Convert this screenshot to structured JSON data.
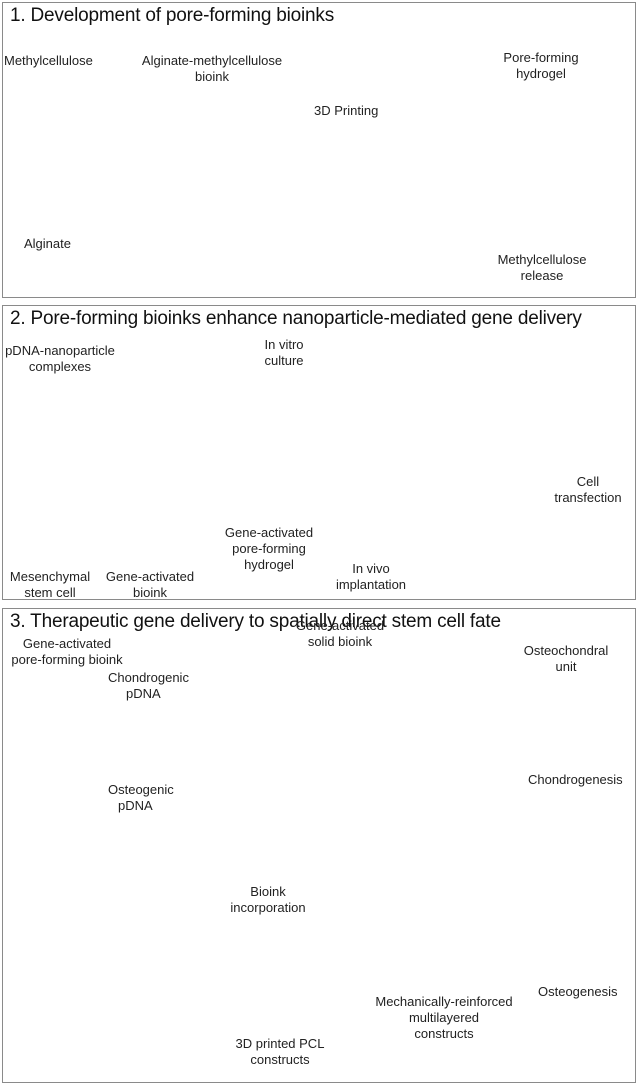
{
  "panel1": {
    "title": "1. Development of pore-forming bioinks",
    "labels": {
      "methylcellulose": "Methylcellulose",
      "alginate": "Alginate",
      "bioink_line1": "Alginate-methylcellulose",
      "bioink_line2": "bioink",
      "printing": "3D Printing",
      "hydrogel_line1": "Pore-forming",
      "hydrogel_line2": "hydrogel",
      "release_line1": "Methylcellulose",
      "release_line2": "release"
    }
  },
  "panel2": {
    "title": "2. Pore-forming bioinks enhance nanoparticle-mediated gene delivery",
    "labels": {
      "complexes_line1": "pDNA-nanoparticle",
      "complexes_line2": "complexes",
      "invitro_line1": "In vitro",
      "invitro_line2": "culture",
      "msc_line1": "Mesenchymal",
      "msc_line2": "stem cell",
      "gab_line1": "Gene-activated",
      "gab_line2": "bioink",
      "gah_line1": "Gene-activated",
      "gah_line2": "pore-forming",
      "gah_line3": "hydrogel",
      "invivo_line1": "In vivo",
      "invivo_line2": "implantation",
      "transfection_line1": "Cell",
      "transfection_line2": "transfection"
    }
  },
  "panel3": {
    "title": "3. Therapeutic gene delivery to spatially direct stem cell fate",
    "labels": {
      "gapb_line1": "Gene-activated",
      "gapb_line2": "pore-forming bioink",
      "gasb_line1": "Gene-activated",
      "gasb_line2": "solid bioink",
      "osteochondral_line1": "Osteochondral",
      "osteochondral_line2": "unit",
      "chondro_pdna_line1": "Chondrogenic",
      "chondro_pdna_line2": "pDNA",
      "osteo_pdna_line1": "Osteogenic",
      "osteo_pdna_line2": "pDNA",
      "chondrogenesis": "Chondrogenesis",
      "incorporation_line1": "Bioink",
      "incorporation_line2": "incorporation",
      "pcl_line1": "3D printed PCL",
      "pcl_line2": "constructs",
      "reinforced_line1": "Mechanically-reinforced",
      "reinforced_line2": "multilayered",
      "reinforced_line3": "constructs",
      "osteogenesis": "Osteogenesis"
    }
  },
  "colors": {
    "border": "#8a8a8a",
    "hydrogel_blue": "#4a8fd4",
    "bioink_orange": "#f0c592",
    "cell_green": "#4caf50",
    "cell_tan": "#e6b98f",
    "dashed_red": "#d9262b",
    "arrow_grey": "#d0d0d0"
  },
  "icons": [
    "syringe-icon",
    "printer-icon",
    "mouse-icon",
    "incubator-icon",
    "knee-joint-icon",
    "pcl-scaffold-icon",
    "stem-cell-icon",
    "nanoparticle-icon",
    "plasmid-icon",
    "colorbar-icon"
  ]
}
